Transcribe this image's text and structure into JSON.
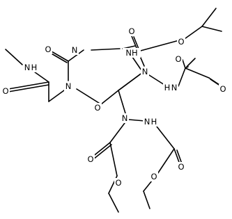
{
  "molecule": {
    "atom_labels": {
      "n_methyl_amide": "N",
      "nh_methyl_amide": "H",
      "o_amide": "O",
      "o_c2": "O",
      "n1_ring": "N",
      "n3_ring": "N",
      "nh_imine": "NH",
      "o_c6": "O",
      "n_a1": "N",
      "n_a2": "N",
      "nh_a2": "H",
      "o_a1_carbonyl": "O",
      "o_a1_ester": "O",
      "o_a2_ester": "O",
      "o_a2_carbonyl": "O",
      "n_b1": "N",
      "n_b2": "N",
      "nh_b2": "H",
      "o_b1_carbonyl": "O",
      "o_b1_ester": "O",
      "o_b2_carbonyl": "O",
      "o_b2_ester": "O"
    }
  }
}
